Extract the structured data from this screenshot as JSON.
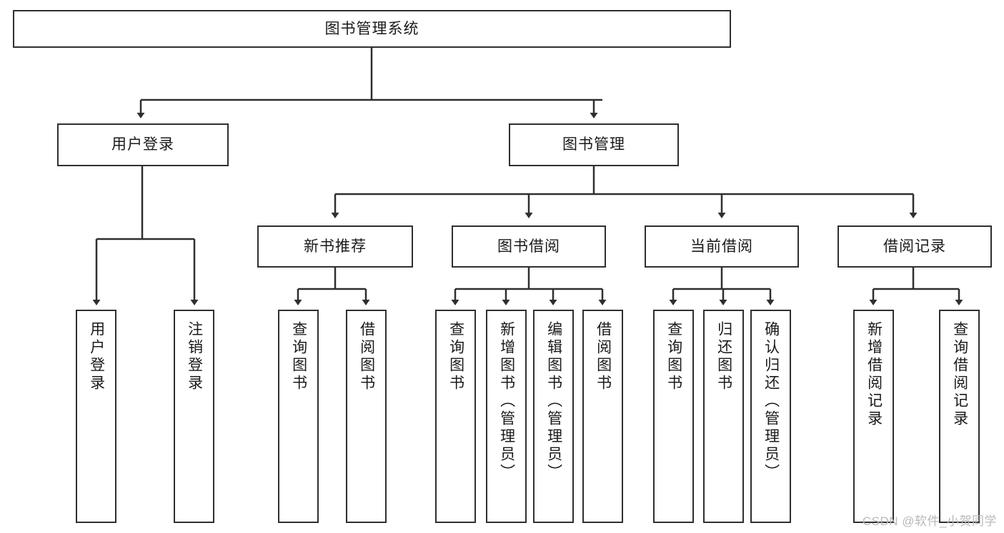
{
  "diagram": {
    "title": "图书管理系统",
    "type": "hierarchy-tree",
    "root": {
      "label": "图书管理系统"
    },
    "level2": [
      {
        "label": "用户登录"
      },
      {
        "label": "图书管理"
      }
    ],
    "level3": [
      {
        "label": "新书推荐"
      },
      {
        "label": "图书借阅"
      },
      {
        "label": "当前借阅"
      },
      {
        "label": "借阅记录"
      }
    ],
    "leaves": {
      "user_login": [
        {
          "label": "用户登录"
        },
        {
          "label": "注销登录"
        }
      ],
      "new_book_recommend": [
        {
          "label": "查询图书"
        },
        {
          "label": "借阅图书"
        }
      ],
      "book_borrow": [
        {
          "label": "查询图书"
        },
        {
          "label": "新增图书（管理员）"
        },
        {
          "label": "编辑图书（管理员）"
        },
        {
          "label": "借阅图书"
        }
      ],
      "current_borrow": [
        {
          "label": "查询图书"
        },
        {
          "label": "归还图书"
        },
        {
          "label": "确认归还（管理员）"
        }
      ],
      "borrow_record": [
        {
          "label": "新增借阅记录"
        },
        {
          "label": "查询借阅记录"
        }
      ]
    }
  },
  "watermark": {
    "text": "CSDN @软件_小贺同学"
  },
  "colors": {
    "stroke": "#2f2f2f",
    "fill": "#ffffff",
    "text": "#1a1a1a",
    "watermark": "#b9b9b9"
  }
}
